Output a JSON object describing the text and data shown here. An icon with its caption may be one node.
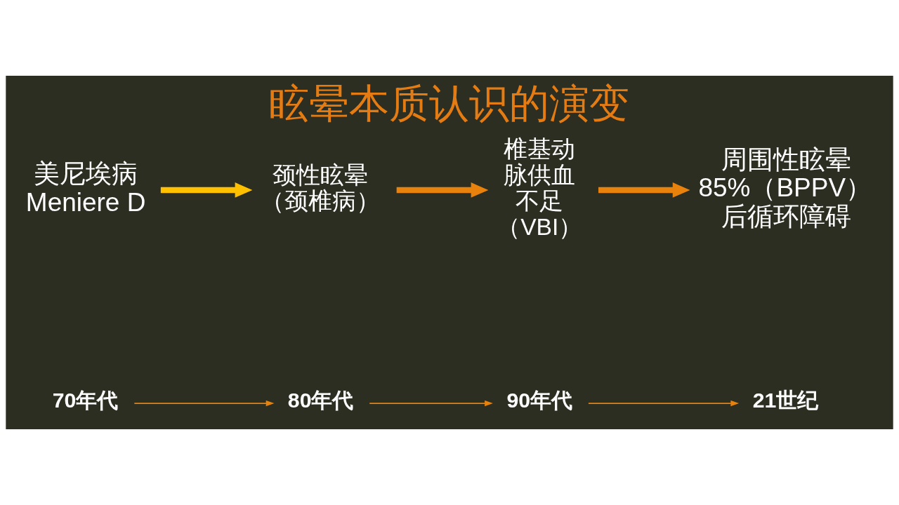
{
  "diagram": {
    "title": "眩晕本质认识的演变",
    "nodes": [
      {
        "text": [
          "美尼埃病",
          "Meniere D"
        ]
      },
      {
        "text": [
          "颈性眩晕",
          "（颈椎病）"
        ]
      },
      {
        "text": [
          "椎基动脉供血不足",
          "（VBI）"
        ]
      },
      {
        "text": [
          "周围性眩晕",
          "85%（BPPV）",
          "后循环障碍"
        ]
      },
      {
        "text": [
          "70年代"
        ]
      },
      {
        "text": [
          "80年代"
        ]
      },
      {
        "text": [
          "90年代"
        ]
      },
      {
        "text": [
          "21世纪"
        ]
      }
    ],
    "edges": [
      {
        "from": 0,
        "to": 1,
        "arrow": "to",
        "style": "thick",
        "color": "#ffc000"
      },
      {
        "from": 1,
        "to": 2,
        "arrow": "to",
        "style": "thick"
      },
      {
        "from": 2,
        "to": 3,
        "arrow": "to",
        "style": "thick"
      },
      {
        "from": 4,
        "to": 5,
        "arrow": "to"
      },
      {
        "from": 5,
        "to": 6,
        "arrow": "to"
      },
      {
        "from": 6,
        "to": 7,
        "arrow": "to"
      }
    ]
  }
}
